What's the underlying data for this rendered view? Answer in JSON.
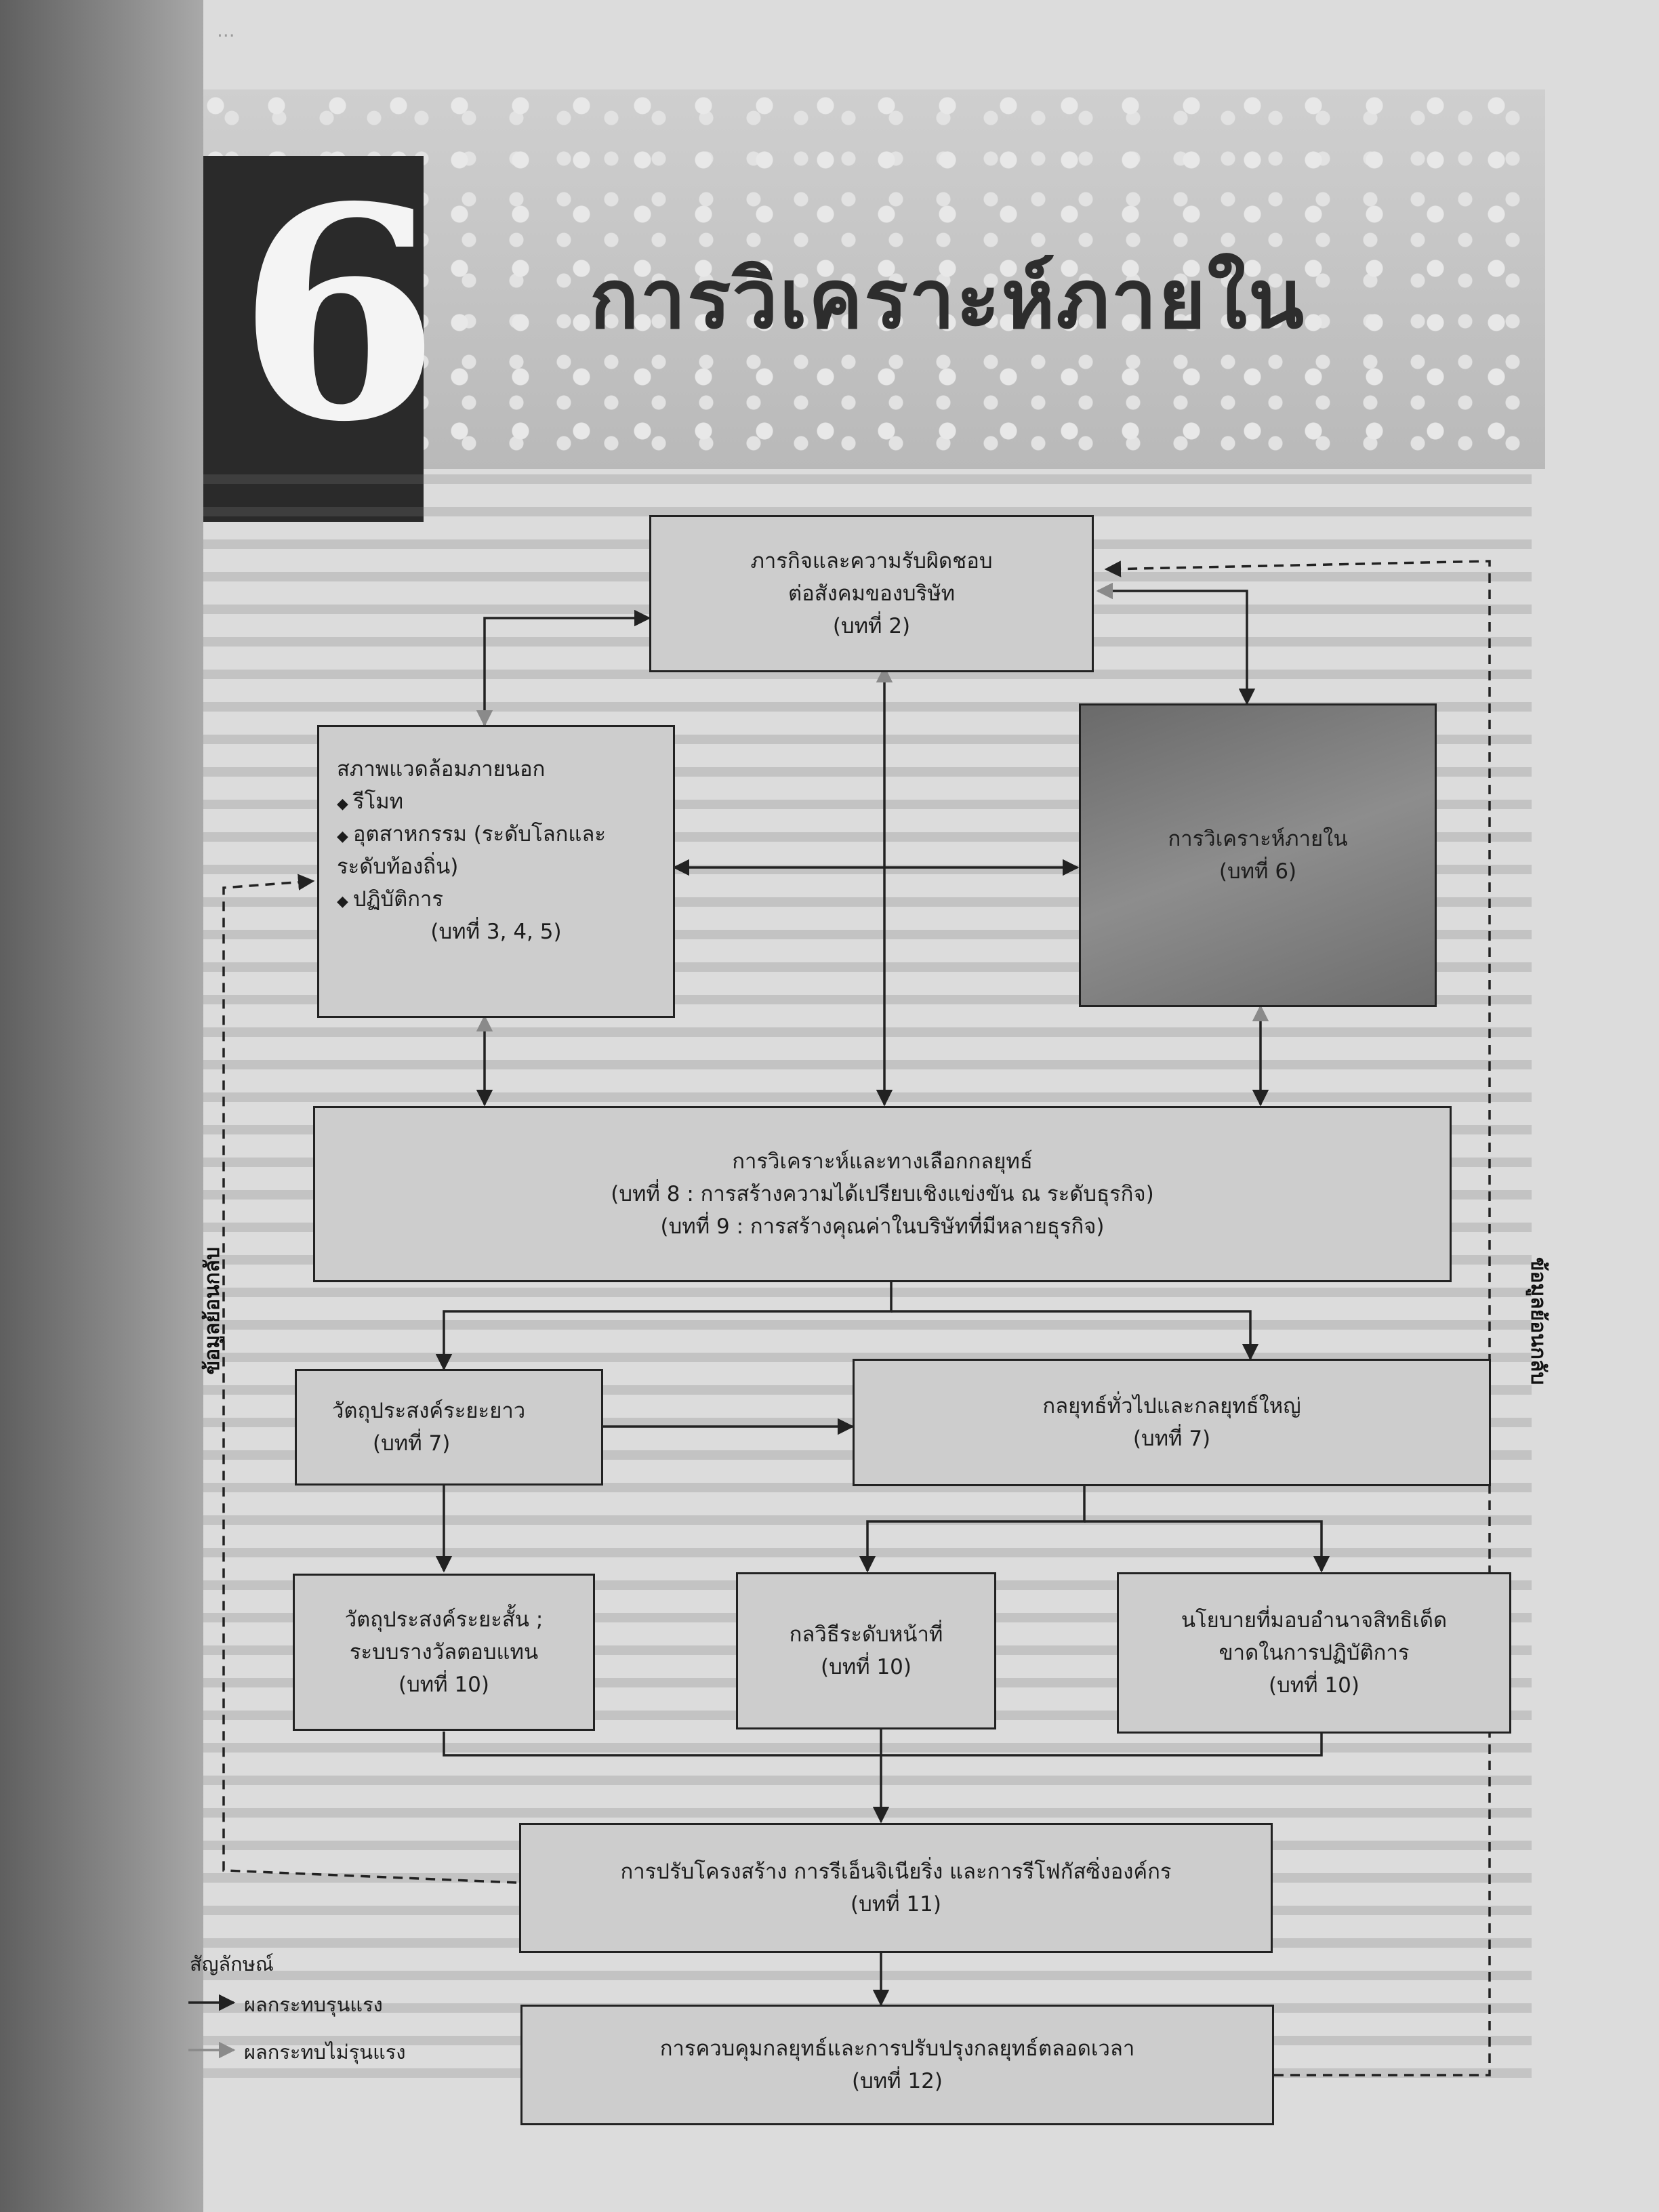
{
  "header": {
    "running_head": "...",
    "chapter_number": "6",
    "chapter_title": "การวิเคราะห์ภายใน"
  },
  "boxes": {
    "mission": {
      "line1": "ภารกิจและความรับผิดชอบ",
      "line2": "ต่อสังคมของบริษัท",
      "line3": "(บทที่ 2)"
    },
    "external": {
      "title": "สภาพแวดล้อมภายนอก",
      "item1": "รีโมท",
      "item2": "อุตสาหกรรม (ระดับโลกและ",
      "item2b": "ระดับท้องถิ่น)",
      "item3": "ปฏิบัติการ",
      "chapters": "(บทที่  3, 4, 5)"
    },
    "internal": {
      "line1": "การวิเคราะห์ภายใน",
      "line2": "(บทที่ 6)"
    },
    "strategy": {
      "line1": "การวิเคราะห์และทางเลือกกลยุทธ์",
      "line2": "(บทที่ 8 : การสร้างความได้เปรียบเชิงแข่งขัน ณ ระดับธุรกิจ)",
      "line3": "(บทที่  9 : การสร้างคุณค่าในบริษัทที่มีหลายธุรกิจ)"
    },
    "long_term": {
      "line1": "วัตถุประสงค์ระยะยาว",
      "line2": "(บทที่ 7)"
    },
    "grand": {
      "line1": "กลยุทธ์ทั่วไปและกลยุทธ์ใหญ่",
      "line2": "(บทที่ 7)"
    },
    "short_term": {
      "line1": "วัตถุประสงค์ระยะสั้น ;",
      "line2": "ระบบรางวัลตอบแทน",
      "line3": "(บทที่ 10)"
    },
    "functional": {
      "line1": "กลวิธีระดับหน้าที่",
      "line2": "(บทที่ 10)"
    },
    "policies": {
      "line1": "นโยบายที่มอบอำนาจสิทธิเด็ด",
      "line2": "ขาดในการปฏิบัติการ",
      "line3": "(บทที่ 10)"
    },
    "restructuring": {
      "line1": "การปรับโครงสร้าง การรีเอ็นจิเนียริ่ง และการรีโฟกัสซิ่งองค์กร",
      "line2": "(บทที่ 11)"
    },
    "control": {
      "line1": "การควบคุมกลยุทธ์และการปรับปรุงกลยุทธ์ตลอดเวลา",
      "line2": "(บทที่ 12)"
    }
  },
  "feedback_left": "ข้อมูลย้อนกลับ",
  "feedback_right": "ข้อมูลย้อนกลับ",
  "legend": {
    "title": "สัญลักษณ์",
    "strong": "ผลกระทบรุนแรง",
    "weak": "ผลกระทบไม่รุนแรง"
  },
  "colors": {
    "page": "#dcdcdc",
    "box": "#cdcdcd",
    "highlight_box": "#7a7a7a",
    "line": "#222222",
    "weak_arrow": "#8a8a8a"
  }
}
